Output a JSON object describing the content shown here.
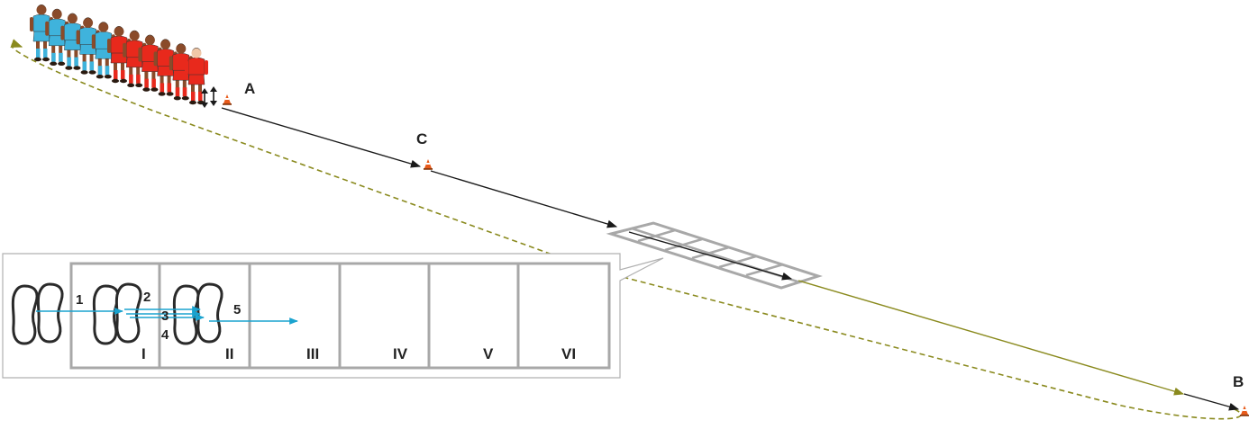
{
  "points": {
    "a": "A",
    "b": "B",
    "c": "C"
  },
  "inset": {
    "zones": [
      "I",
      "II",
      "III",
      "IV",
      "V",
      "VI"
    ],
    "steps": [
      "1",
      "2",
      "3",
      "4",
      "5"
    ]
  },
  "colors": {
    "sprint_path": "#1a1a1a",
    "jog_path": "#8a8a1e",
    "return_path": "#8a8a1e",
    "ladder": "#a8a8a8",
    "foot_path": "#1aa3cf",
    "team_blue": "#3fb3dc",
    "team_red": "#e8291c",
    "cone": "#e85a1a"
  },
  "players": [
    {
      "team": "blue"
    },
    {
      "team": "blue"
    },
    {
      "team": "blue"
    },
    {
      "team": "blue"
    },
    {
      "team": "blue"
    },
    {
      "team": "red"
    },
    {
      "team": "red"
    },
    {
      "team": "red"
    },
    {
      "team": "red"
    },
    {
      "team": "red"
    },
    {
      "team": "red-active"
    }
  ]
}
